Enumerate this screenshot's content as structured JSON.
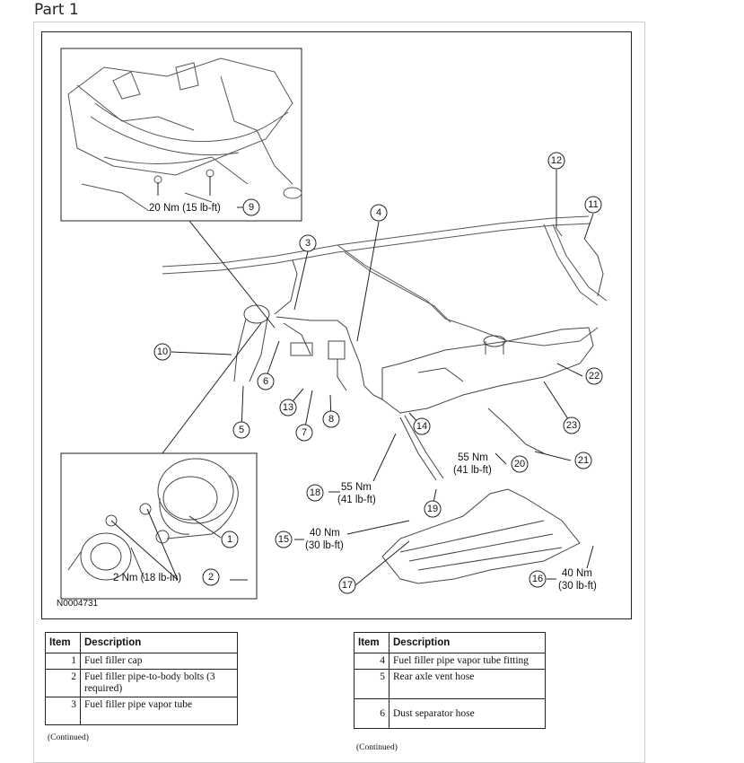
{
  "page_title": "Part 1",
  "figure_id": "N0004731",
  "callouts": [
    "1",
    "2",
    "3",
    "4",
    "5",
    "6",
    "7",
    "8",
    "9",
    "10",
    "11",
    "12",
    "13",
    "14",
    "15",
    "16",
    "17",
    "18",
    "19",
    "20",
    "21",
    "22",
    "23"
  ],
  "torque_labels": {
    "t9": "20 Nm (15 lb-ft)",
    "t2": "2 Nm (18 lb-in)",
    "t18_a": "55 Nm",
    "t18_b": "(41 lb-ft)",
    "t20_a": "55 Nm",
    "t20_b": "(41 lb-ft)",
    "t15_a": "40 Nm",
    "t15_b": "(30 lb-ft)",
    "t16_a": "40 Nm",
    "t16_b": "(30 lb-ft)"
  },
  "tables": {
    "header_item": "Item",
    "header_desc": "Description",
    "left": [
      {
        "item": "1",
        "desc": "Fuel filler cap"
      },
      {
        "item": "2",
        "desc": "Fuel filler pipe-to-body bolts (3 required)"
      },
      {
        "item": "3",
        "desc": "Fuel filler pipe vapor tube"
      }
    ],
    "right": [
      {
        "item": "4",
        "desc": "Fuel filler pipe vapor tube fitting"
      },
      {
        "item": "5",
        "desc": "Rear axle vent hose"
      },
      {
        "item": "6",
        "desc": "Dust separator hose"
      }
    ],
    "continued": "(Continued)"
  }
}
